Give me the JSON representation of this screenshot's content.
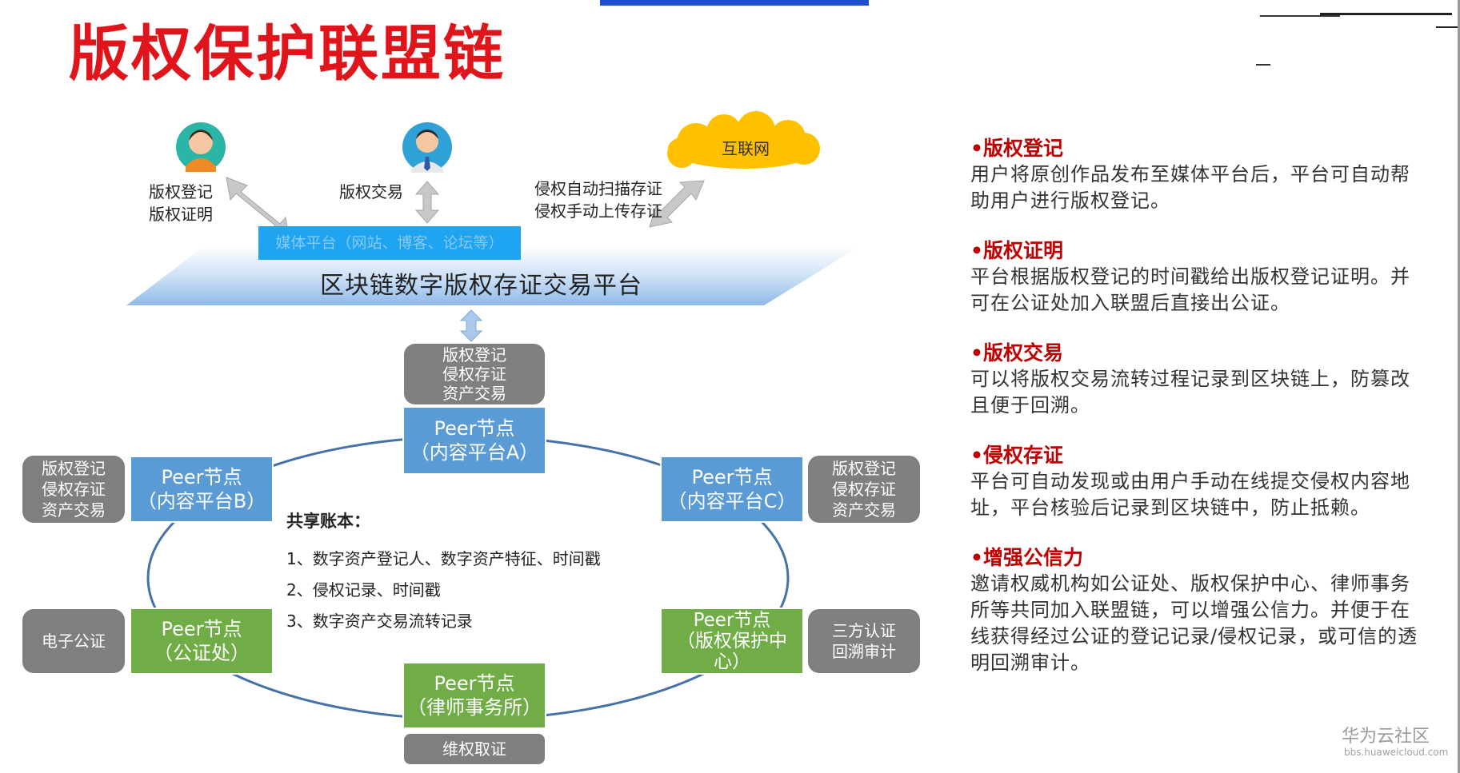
{
  "title": "版权保护联盟链",
  "users": [
    {
      "label_line1": "版权登记",
      "label_line2": "版权证明"
    },
    {
      "label_line1": "版权交易"
    }
  ],
  "internet": "互联网",
  "scan_line1": "侵权自动扫描存证",
  "scan_line2": "侵权手动上传存证",
  "media_platform": "媒体平台（网站、博客、论坛等）",
  "platform_name": "区块链数字版权存证交易平台",
  "peers": {
    "a": {
      "line1": "Peer节点",
      "line2": "（内容平台A）"
    },
    "b": {
      "line1": "Peer节点",
      "line2": "（内容平台B）"
    },
    "c": {
      "line1": "Peer节点",
      "line2": "（内容平台C）"
    },
    "notary": {
      "line1": "Peer节点",
      "line2": "（公证处）"
    },
    "center": {
      "line1": "Peer节点",
      "line2": "（版权保护中",
      "line3": "心）"
    },
    "law": {
      "line1": "Peer节点",
      "line2": "（律师事务所）"
    }
  },
  "service_boxes": {
    "a": [
      "版权登记",
      "侵权存证",
      "资产交易"
    ],
    "b": [
      "版权登记",
      "侵权存证",
      "资产交易"
    ],
    "c": [
      "版权登记",
      "侵权存证",
      "资产交易"
    ],
    "notary": [
      "电子公证"
    ],
    "center": [
      "三方认证",
      "回溯审计"
    ],
    "law": [
      "维权取证"
    ]
  },
  "ledger": {
    "title": "共享账本：",
    "items": [
      "1、数字资产登记人、数字资产特征、时间戳",
      "2、侵权记录、时间戳",
      "3、数字资产交易流转记录"
    ]
  },
  "features": [
    {
      "title": "•版权登记",
      "desc": "用户将原创作品发布至媒体平台后，平台可自动帮助用户进行版权登记。"
    },
    {
      "title": "•版权证明",
      "desc": "平台根据版权登记的时间戳给出版权登记证明。并可在公证处加入联盟后直接出公证。"
    },
    {
      "title": "•版权交易",
      "desc": "可以将版权交易流转过程记录到区块链上，防篡改且便于回溯。"
    },
    {
      "title": "•侵权存证",
      "desc": "平台可自动发现或由用户手动在线提交侵权内容地址，平台核验后记录到区块链中，防止抵赖。"
    },
    {
      "title": "•增强公信力",
      "desc": "邀请权威机构如公证处、版权保护中心、律师事务所等共同加入联盟链，可以增强公信力。并便于在线获得经过公证的登记记录/侵权记录，或可信的透明回溯审计。"
    }
  ],
  "watermark": "华为云社区",
  "watermark_url": "bbs.huaweicloud.com",
  "colors": {
    "title": "#e0151b",
    "peer_blue": "#5b9bd5",
    "peer_green": "#70ad47",
    "service_gray": "#7f7f7f",
    "feature_title": "#c00000",
    "media_bar": "#1ea4f0",
    "cloud": "#ffc000"
  }
}
